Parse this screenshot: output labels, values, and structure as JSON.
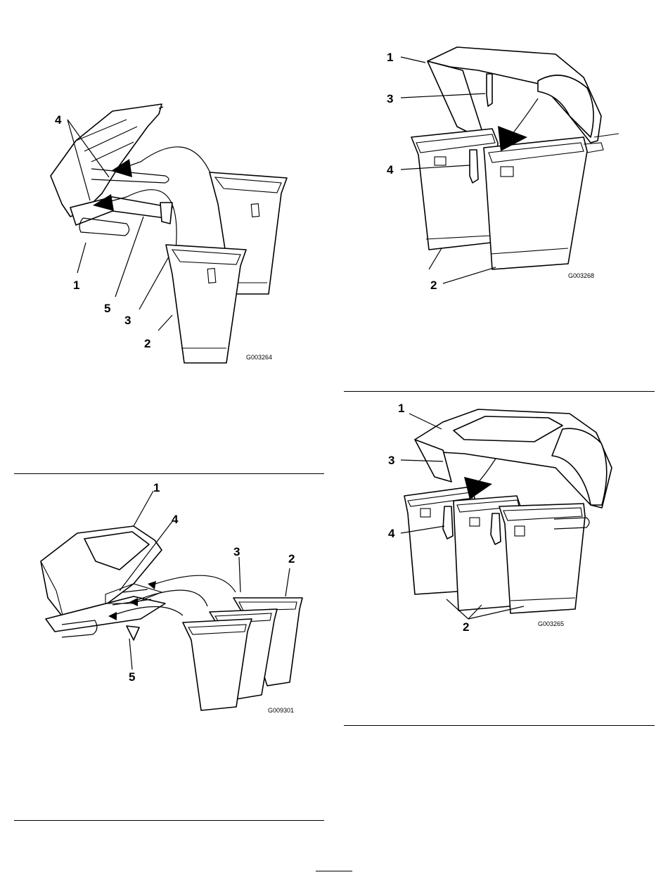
{
  "figures": [
    {
      "id": "G003264",
      "callouts": [
        "1",
        "2",
        "3",
        "4",
        "5"
      ]
    },
    {
      "id": "G003268",
      "callouts": [
        "1",
        "2",
        "3",
        "4"
      ]
    },
    {
      "id": "G009301",
      "callouts": [
        "1",
        "2",
        "3",
        "4",
        "5"
      ]
    },
    {
      "id": "G003265",
      "callouts": [
        "1",
        "2",
        "3",
        "4"
      ]
    }
  ]
}
